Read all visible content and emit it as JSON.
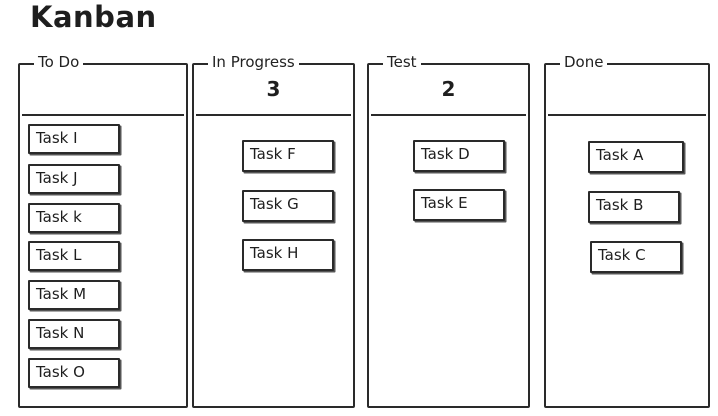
{
  "title": "Kanban",
  "columns": [
    {
      "label": "To Do",
      "count": "",
      "cards": [
        "Task I",
        "Task J",
        "Task k",
        "Task L",
        "Task M",
        "Task N",
        "Task O"
      ]
    },
    {
      "label": "In Progress",
      "count": "3",
      "cards": [
        "Task F",
        "Task G",
        "Task H"
      ]
    },
    {
      "label": "Test",
      "count": "2",
      "cards": [
        "Task D",
        "Task E"
      ]
    },
    {
      "label": "Done",
      "count": "",
      "cards": [
        "Task A",
        "Task B",
        "Task C"
      ]
    }
  ]
}
